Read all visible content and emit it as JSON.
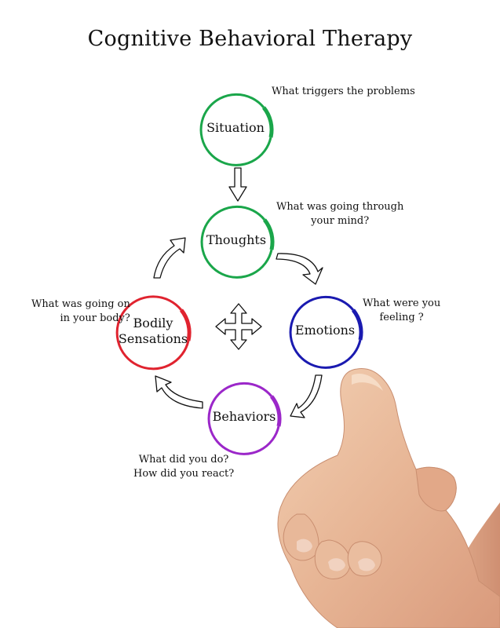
{
  "title": "Cognitive Behavioral Therapy",
  "nodes": {
    "situation": {
      "label": "Situation",
      "color": "#1aa64a",
      "question": "What triggers the problems"
    },
    "thoughts": {
      "label": "Thoughts",
      "color": "#1aa64a",
      "question_line1": "What was going through",
      "question_line2": "your mind?"
    },
    "emotions": {
      "label": "Emotions",
      "color": "#1a1ab0",
      "question_line1": "What were you",
      "question_line2": "feeling ?"
    },
    "behaviors": {
      "label": "Behaviors",
      "color": "#9b27c9",
      "question_line1": "What did you do?",
      "question_line2": "How did you react?"
    },
    "bodily": {
      "label_line1": "Bodily",
      "label_line2": "Sensations",
      "color": "#e0232f",
      "question_line1": "What was going on",
      "question_line2": "in your body?"
    }
  },
  "icons": {
    "center": "four-way-arrow-icon",
    "down": "down-arrow-icon",
    "cycle": "curved-arrow-icon",
    "hand": "pointing-hand"
  }
}
